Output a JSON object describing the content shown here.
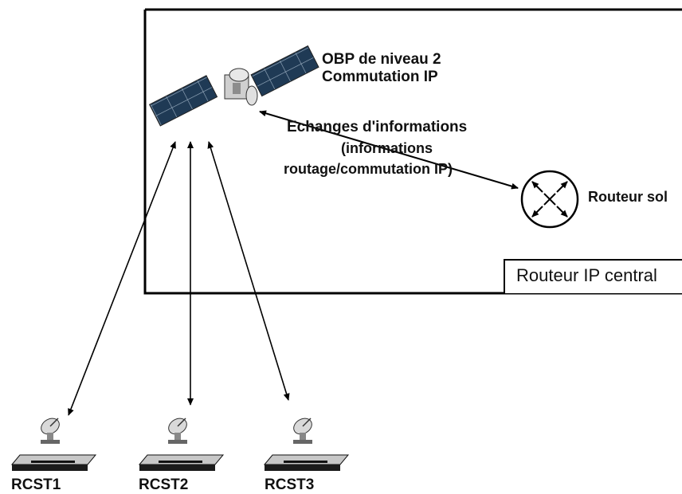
{
  "satellite_label": {
    "line1": "OBP de niveau 2",
    "line2": "Commutation IP"
  },
  "exchange_label": {
    "line1": "Echanges d'informations",
    "line2": "(informations",
    "line3": "routage/commutation IP)"
  },
  "ground_router_label": "Routeur sol",
  "central_router_label": "Routeur IP central",
  "terminals": [
    {
      "label": "RCST1"
    },
    {
      "label": "RCST2"
    },
    {
      "label": "RCST3"
    }
  ],
  "icons": {
    "satellite": "satellite-icon",
    "router": "router-icon",
    "dish": "satellite-dish-icon",
    "modem": "terminal-box-icon"
  }
}
